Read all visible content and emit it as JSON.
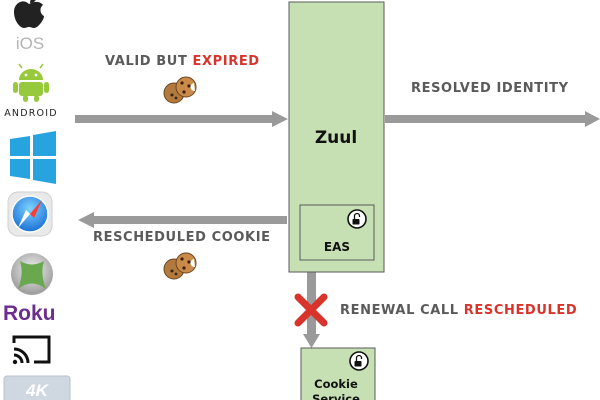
{
  "platforms": {
    "ios": "iOS",
    "android": "ANDROID",
    "roku": "Roku",
    "fourk": "4K"
  },
  "inbound": {
    "prefix": "VALID BUT ",
    "highlight": "EXPIRED"
  },
  "resolved": "RESOLVED IDENTITY",
  "rescheduled_cookie": "RESCHEDULED COOKIE",
  "renewal": {
    "prefix": "RENEWAL CALL ",
    "highlight": "RESCHEDULED"
  },
  "zuul": "Zuul",
  "eas": "EAS",
  "cookie_service": {
    "line1": "Cookie",
    "line2": "Service"
  },
  "icons": [
    "apple-icon",
    "android-robot-icon",
    "windows-icon",
    "safari-compass-icon",
    "xbox-icon",
    "cast-icon",
    "cookie-icon",
    "unlock-icon",
    "red-x-icon"
  ],
  "colors": {
    "box_fill": "#c6e0b4",
    "box_stroke": "#5a5a5a",
    "arrow": "#9a9a9a",
    "label": "#5a5a5a",
    "highlight": "#d9342b",
    "roku": "#6c2d91",
    "windows": "#27a3e0",
    "android": "#97c93d",
    "xbox": "#6aa84f"
  }
}
